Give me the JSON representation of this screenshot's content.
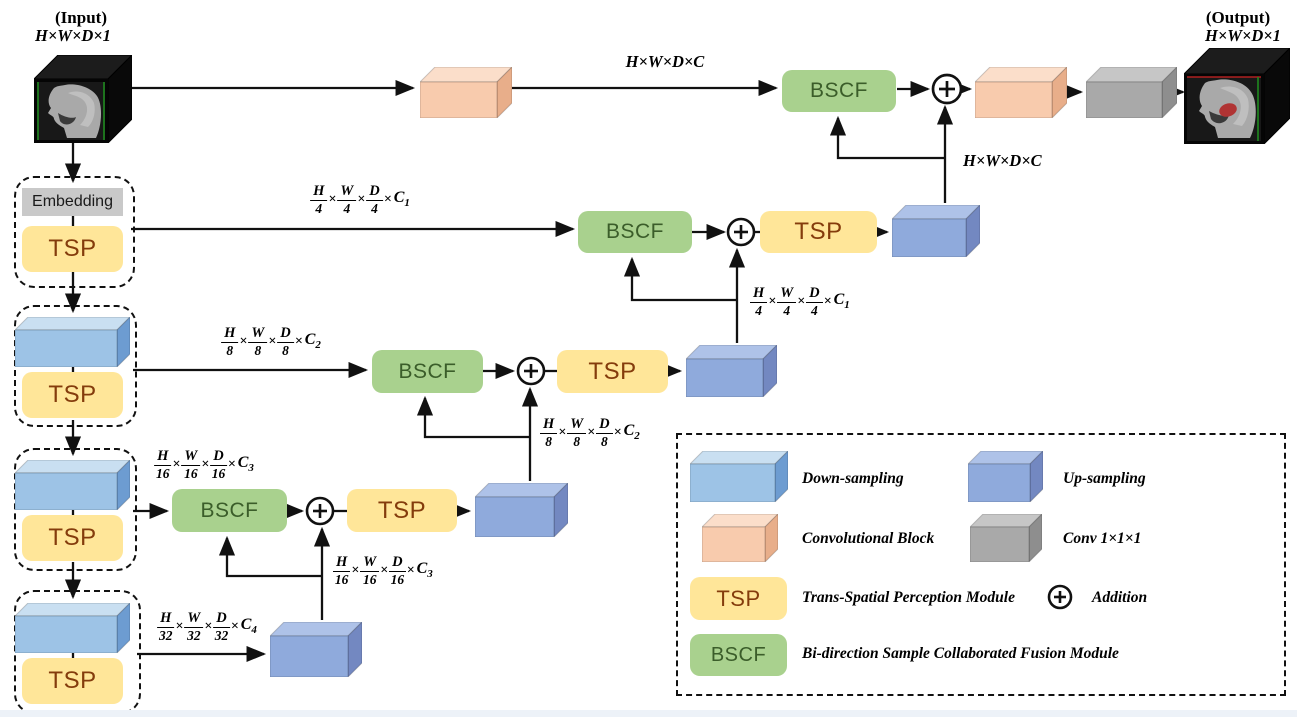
{
  "io": {
    "input_caption": "(Input)",
    "input_dims": "H×W×D×1",
    "output_caption": "(Output)",
    "output_dims": "H×W×D×1"
  },
  "modules": {
    "embedding": "Embedding",
    "tsp": "TSP",
    "bscf": "BSCF"
  },
  "sym": {
    "times": "×"
  },
  "dims": {
    "c0": {
      "text": "H×W×D×C"
    },
    "c1": {
      "n1": "H",
      "d1": "4",
      "n2": "W",
      "d2": "4",
      "n3": "D",
      "d3": "4",
      "ch": "C",
      "sub": "1"
    },
    "c2": {
      "n1": "H",
      "d1": "8",
      "n2": "W",
      "d2": "8",
      "n3": "D",
      "d3": "8",
      "ch": "C",
      "sub": "2"
    },
    "c3": {
      "n1": "H",
      "d1": "16",
      "n2": "W",
      "d2": "16",
      "n3": "D",
      "d3": "16",
      "ch": "C",
      "sub": "3"
    },
    "c4": {
      "n1": "H",
      "d1": "32",
      "n2": "W",
      "d2": "32",
      "n3": "D",
      "d3": "32",
      "ch": "C",
      "sub": "4"
    }
  },
  "legend": {
    "items": [
      {
        "label": "Down-sampling"
      },
      {
        "label": "Up-sampling"
      },
      {
        "label": "Convolutional Block"
      },
      {
        "label": "Conv 1×1×1"
      },
      {
        "key": "TSP",
        "label": "Trans-Spatial Perception Module"
      },
      {
        "label": "Addition"
      },
      {
        "key": "BSCF",
        "label": "Bi-direction Sample Collaborated Fusion Module"
      }
    ]
  },
  "colors": {
    "down_front": "#9DC3E6",
    "down_top": "#C9DFF1",
    "down_side": "#6D9CD1",
    "up_front": "#8FAADC",
    "up_top": "#AEC2E8",
    "up_side": "#7388C1",
    "conv_front": "#F8CBAD",
    "conv_top": "#FBDECA",
    "conv_side": "#E8AE8A",
    "gray_front": "#A9A9A9",
    "gray_top": "#C6C6C6",
    "gray_side": "#8E8E8E",
    "tsp_fill": "#FFE699",
    "tsp_text": "#843C0C",
    "bscf_fill": "#A9D18E",
    "bscf_text": "#3B5D2A",
    "embed_fill": "#C9C9C9",
    "line": "#111111"
  }
}
